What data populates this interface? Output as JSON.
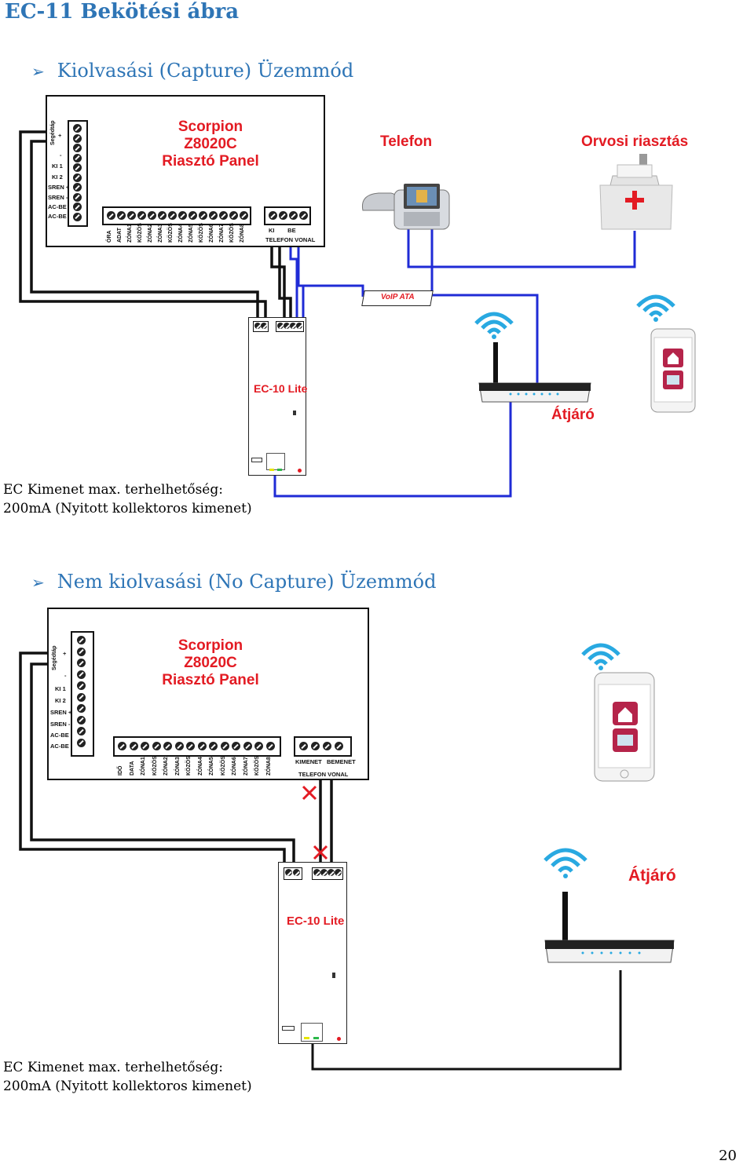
{
  "title": "EC-11 Bekötési ábra",
  "section1": {
    "heading": "Kiolvasási (Capture) Üzemmód",
    "panel_name": "Scorpion",
    "panel_model": "Z8020C",
    "panel_desc": "Riasztó Panel",
    "telefon": "Telefon",
    "orvosi": "Orvosi riasztás",
    "voip": "VoIP ATA",
    "ec_name": "EC-10 Lite",
    "gateway": "Átjáró",
    "left_labels": [
      "Segédtáp",
      "+",
      "-",
      "KI 1",
      "KI 2",
      "SREN +",
      "SREN -",
      "AC-BE",
      "AC-BE"
    ],
    "bottom_labels": [
      "ÓRA",
      "ADAT",
      "ZÓNA1",
      "KÖZÖS",
      "ZÓNA2",
      "ZÓNA3",
      "KÖZÖS",
      "ZÓNA4",
      "ZÓNA5",
      "KÖZÖS",
      "ZÓNA6",
      "ZÓNA7",
      "KÖZÖS",
      "ZÓNA8"
    ],
    "tel_labels": "KI        BE",
    "tel_line": "TELEFON VONAL",
    "note_line1": "EC Kimenet max. terhelhetőség:",
    "note_line2": "200mA (Nyitott kollektoros kimenet)"
  },
  "section2": {
    "heading": "Nem kiolvasási (No Capture) Üzemmód",
    "panel_name": "Scorpion",
    "panel_model": "Z8020C",
    "panel_desc": "Riasztó Panel",
    "ec_name": "EC-10 Lite",
    "gateway": "Átjáró",
    "left_labels": [
      "Segédtáp",
      "+",
      "-",
      "KI 1",
      "KI 2",
      "SREN +",
      "SREN -",
      "AC-BE",
      "AC-BE"
    ],
    "bottom_labels": [
      "IDŐ",
      "DATA",
      "ZÓNA1",
      "KÖZÖS",
      "ZÓNA2",
      "ZÓNA3",
      "KÖZÖS",
      "ZÓNA4",
      "ZÓNA5",
      "KÖZÖS",
      "ZÓNA6",
      "ZÓNA7",
      "KÖZÖS",
      "ZÓNA8"
    ],
    "tel_labels": "KIMENET   BEMENET",
    "tel_line": "TELEFON VONAL",
    "note_line1": "EC Kimenet max. terhelhetőség:",
    "note_line2": "200mA (Nyitott kollektoros kimenet)"
  },
  "page_number": "20",
  "colors": {
    "heading": "#2e75b6",
    "accent_red": "#e31b23",
    "wire_blue": "#1f2bd6",
    "wire_black": "#111111"
  }
}
